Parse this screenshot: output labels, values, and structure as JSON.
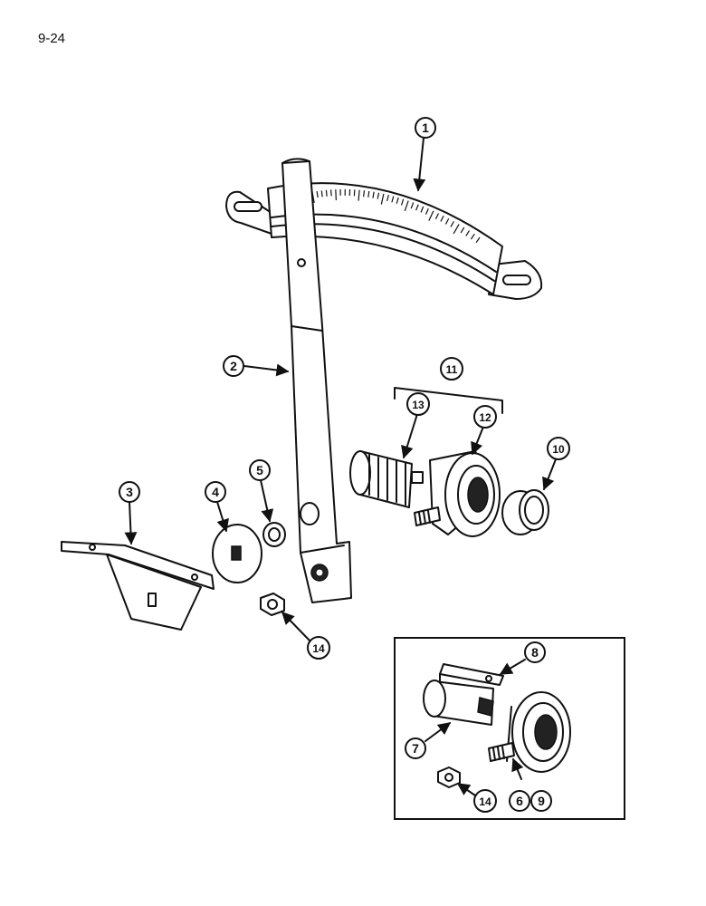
{
  "page": {
    "number": "9-24"
  },
  "callouts": [
    {
      "id": "c1",
      "label": "1"
    },
    {
      "id": "c2",
      "label": "2"
    },
    {
      "id": "c3",
      "label": "3"
    },
    {
      "id": "c4",
      "label": "4"
    },
    {
      "id": "c5",
      "label": "5"
    },
    {
      "id": "c6",
      "label": "6"
    },
    {
      "id": "c7",
      "label": "7"
    },
    {
      "id": "c8",
      "label": "8"
    },
    {
      "id": "c9",
      "label": "9"
    },
    {
      "id": "c10",
      "label": "10"
    },
    {
      "id": "c11",
      "label": "11"
    },
    {
      "id": "c12",
      "label": "12"
    },
    {
      "id": "c13",
      "label": "13"
    },
    {
      "id": "c14a",
      "label": "14"
    },
    {
      "id": "c14b",
      "label": "14"
    }
  ]
}
